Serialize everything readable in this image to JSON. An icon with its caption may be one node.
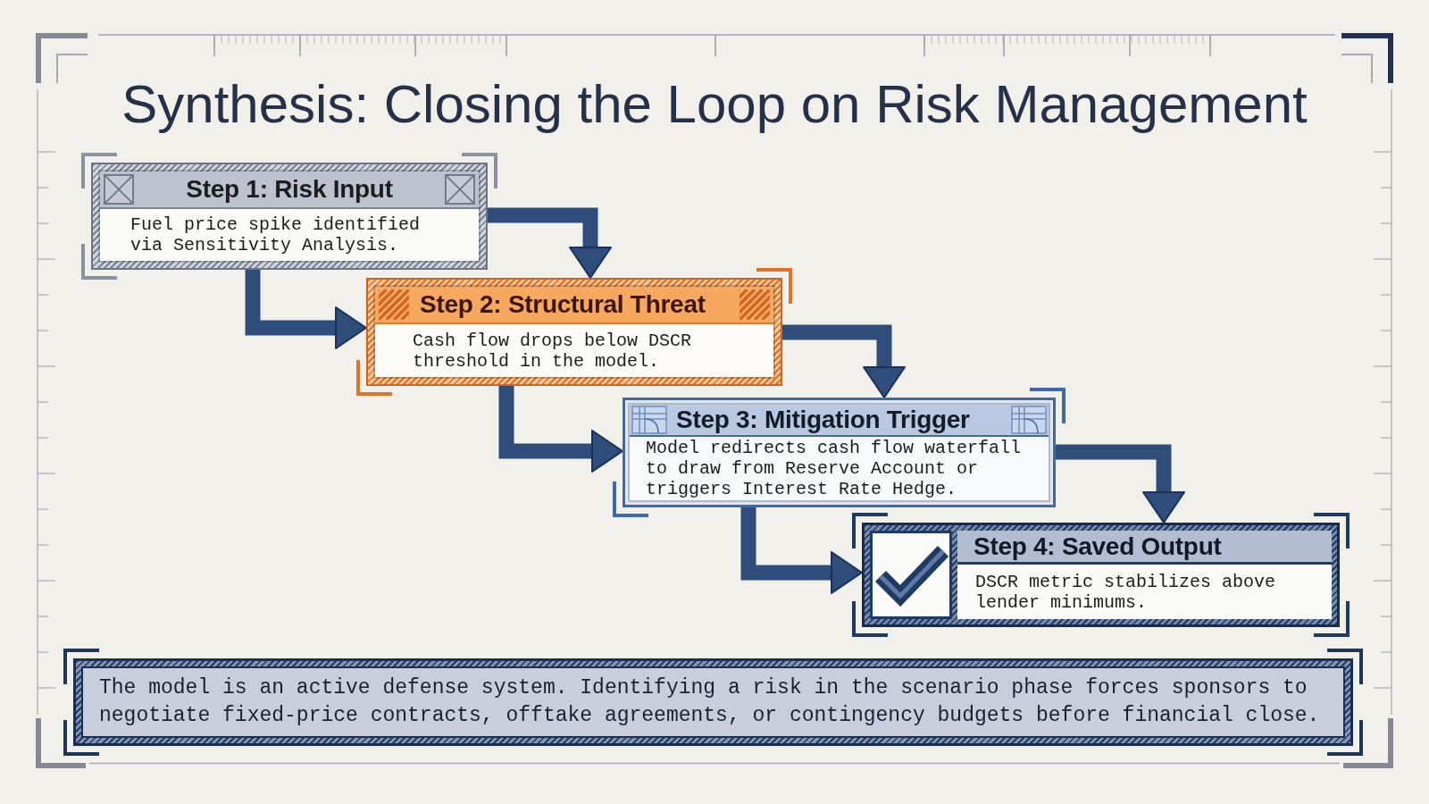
{
  "diagram": {
    "title": "Synthesis: Closing the Loop on Risk Management",
    "nodes": [
      {
        "text": [
          "Step 1: Risk Input",
          "Fuel price spike identified via Sensitivity Analysis."
        ]
      },
      {
        "text": [
          "Step 2: Structural Threat",
          "Cash flow drops below DSCR threshold in the model."
        ]
      },
      {
        "text": [
          "Step 3: Mitigation Trigger",
          "Model redirects cash flow waterfall to draw from Reserve Account or triggers Interest Rate Hedge."
        ]
      },
      {
        "text": [
          "Step 4: Saved Output",
          "DSCR metric stabilizes above lender minimums."
        ]
      },
      {
        "text": [
          "The model is an active defense system. Identifying a risk in the scenario phase forces sponsors to negotiate fixed-price contracts, offtake agreements, or contingency budgets before financial close."
        ]
      }
    ],
    "edges": [
      {
        "from": 0,
        "to": 1,
        "arrow": "to"
      },
      {
        "from": 0,
        "to": 1,
        "arrow": "to"
      },
      {
        "from": 1,
        "to": 2,
        "arrow": "to"
      },
      {
        "from": 1,
        "to": 2,
        "arrow": "to"
      },
      {
        "from": 2,
        "to": 3,
        "arrow": "to"
      },
      {
        "from": 2,
        "to": 3,
        "arrow": "to"
      }
    ]
  }
}
